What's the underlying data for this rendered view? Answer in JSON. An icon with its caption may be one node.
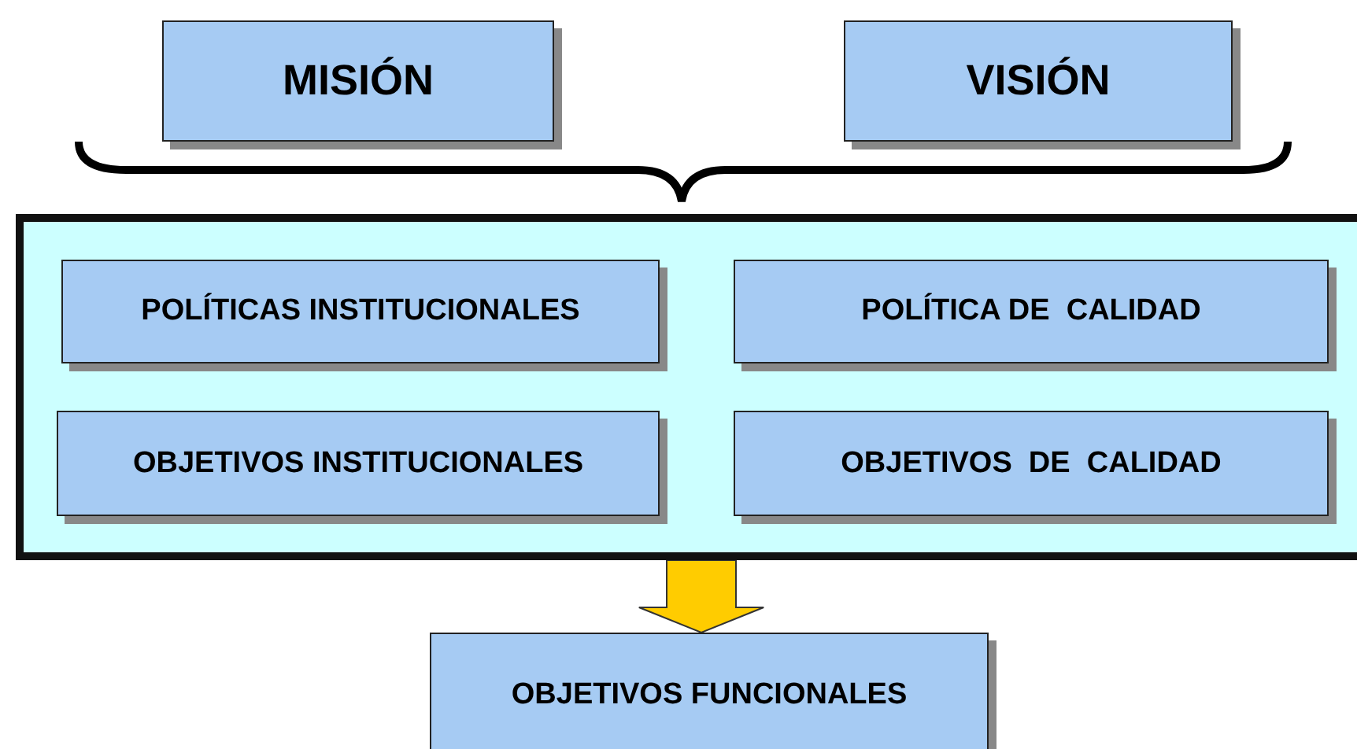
{
  "diagram": {
    "nodes": [
      {
        "text": [
          "MISIÓN"
        ]
      },
      {
        "text": [
          "VISIÓN"
        ]
      },
      {
        "text": [],
        "shape": "box"
      },
      {
        "text": [
          "POLÍTICAS INSTITUCIONALES"
        ],
        "in": 2
      },
      {
        "text": [
          "POLÍTICA DE  CALIDAD"
        ],
        "in": 2
      },
      {
        "text": [
          "OBJETIVOS INSTITUCIONALES"
        ],
        "in": 2
      },
      {
        "text": [
          "OBJETIVOS  DE  CALIDAD"
        ],
        "in": 2
      },
      {
        "text": [
          "OBJETIVOS FUNCIONALES"
        ]
      }
    ],
    "edges": [
      {
        "from": 2,
        "to": 7,
        "arrow": "to",
        "style": "thick",
        "color": "#ffcc00"
      }
    ]
  }
}
